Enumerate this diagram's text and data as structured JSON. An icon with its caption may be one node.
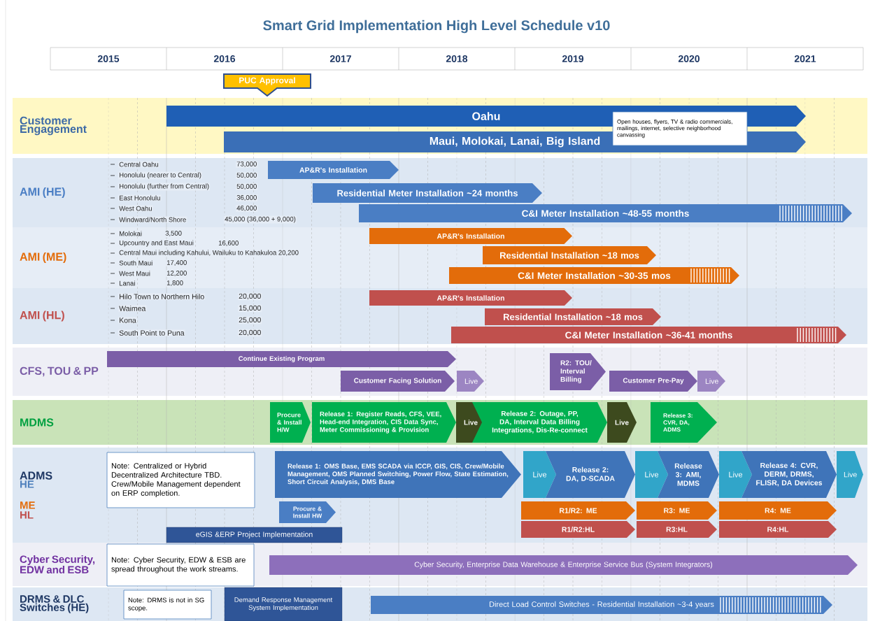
{
  "diagram": {
    "title": "Smart Grid Implementation High Level Schedule v10",
    "nodes": [
      {
        "text": [
          "PUC Approval"
        ]
      },
      {
        "text": [
          "Customer Engagement"
        ]
      },
      {
        "text": [
          "Oahu"
        ],
        "in": 1
      },
      {
        "text": [
          "Maui, Molokai, Lanai, Big Island"
        ],
        "in": 1
      },
      {
        "text": [
          "Open houses, flyers, TV & radio commercials, mailings, internet, selective neighborhood canvassing"
        ],
        "in": 1
      },
      {
        "text": [
          "AMI (HE)"
        ]
      },
      {
        "text": [
          "AP&R's Installation"
        ],
        "in": 5
      },
      {
        "text": [
          "Residential Meter Installation ~24 months"
        ],
        "in": 5
      },
      {
        "text": [
          "C&I Meter Installation ~48-55 months"
        ],
        "in": 5
      },
      {
        "text": [
          "AMI (ME)"
        ]
      },
      {
        "text": [
          "AP&R's Installation"
        ],
        "in": 9
      },
      {
        "text": [
          "Residential Installation ~18 mos"
        ],
        "in": 9
      },
      {
        "text": [
          "C&I Meter Installation ~30-35 mos"
        ],
        "in": 9
      },
      {
        "text": [
          "AMI (HL)"
        ]
      },
      {
        "text": [
          "AP&R's Installation"
        ],
        "in": 13
      },
      {
        "text": [
          "Residential Installation ~18 mos"
        ],
        "in": 13
      },
      {
        "text": [
          "C&I Meter Installation ~36-41 months"
        ],
        "in": 13
      },
      {
        "text": [
          "CFS, TOU & PP"
        ]
      },
      {
        "text": [
          "Continue Existing Program"
        ],
        "in": 17
      },
      {
        "text": [
          "Customer Facing Solution"
        ],
        "in": 17
      },
      {
        "text": [
          "Live"
        ],
        "in": 17
      },
      {
        "text": [
          "R2: TOU/ Interval Billing"
        ],
        "in": 17
      },
      {
        "text": [
          "Customer Pre-Pay"
        ],
        "in": 17
      },
      {
        "text": [
          "Live"
        ],
        "in": 17
      },
      {
        "text": [
          "MDMS"
        ]
      },
      {
        "text": [
          "Procure & Install H/W"
        ],
        "in": 24
      },
      {
        "text": [
          "Release 1: Register Reads, CFS, VEE, Head-end Integration, CIS Data Sync, Meter Commissioning & Provision"
        ],
        "in": 24
      },
      {
        "text": [
          "Live"
        ],
        "in": 24
      },
      {
        "text": [
          "Release 2: Outage, PP, DA, Interval Data Billing Integrations, Dis-Re-connect"
        ],
        "in": 24
      },
      {
        "text": [
          "Live"
        ],
        "in": 24
      },
      {
        "text": [
          "Release 3: CVR, DA, ADMS"
        ],
        "in": 24
      },
      {
        "text": [
          "ADMS",
          "HE",
          "ME",
          "HL"
        ]
      },
      {
        "text": [
          "Note: Centralized or Hybrid Decentralized Architecture TBD. Crew/Mobile Management dependent on ERP completion."
        ],
        "in": 31
      },
      {
        "text": [
          "Release 1: OMS Base, EMS SCADA via ICCP, GIS, CIS, Crew/Mobile Management, OMS Planned Switching, Power Flow, State Estimation, Short Circuit Analysis, DMS Base"
        ],
        "in": 31
      },
      {
        "text": [
          "Live"
        ],
        "in": 31
      },
      {
        "text": [
          "Release 2: DA, D-SCADA"
        ],
        "in": 31
      },
      {
        "text": [
          "Live"
        ],
        "in": 31
      },
      {
        "text": [
          "Release 3: AMI, MDMS"
        ],
        "in": 31
      },
      {
        "text": [
          "Live"
        ],
        "in": 31
      },
      {
        "text": [
          "Release 4: CVR, DERM, DRMS, FLISR, DA Devices"
        ],
        "in": 31
      },
      {
        "text": [
          "Live"
        ],
        "in": 31
      },
      {
        "text": [
          "Procure & Install HW"
        ],
        "in": 31
      },
      {
        "text": [
          "R1/R2: ME"
        ],
        "in": 31
      },
      {
        "text": [
          "R3: ME"
        ],
        "in": 31
      },
      {
        "text": [
          "R4: ME"
        ],
        "in": 31
      },
      {
        "text": [
          "R1/R2:HL"
        ],
        "in": 31
      },
      {
        "text": [
          "R3:HL"
        ],
        "in": 31
      },
      {
        "text": [
          "R4:HL"
        ],
        "in": 31
      },
      {
        "text": [
          "eGIS &ERP Project Implementation"
        ],
        "in": 31
      },
      {
        "text": [
          "Cyber Security, EDW and ESB"
        ]
      },
      {
        "text": [
          "Note: Cyber Security, EDW & ESB are spread throughout the work streams."
        ],
        "in": 49
      },
      {
        "text": [
          "Cyber Security, Enterprise Data Warehouse & Enterprise Service Bus (System Integrators)"
        ],
        "in": 49
      },
      {
        "text": [
          "DRMS & DLC Switches (HE)"
        ]
      },
      {
        "text": [
          "Note: DRMS is not in SG scope."
        ],
        "in": 52
      },
      {
        "text": [
          "Demand Response Management System Implementation"
        ],
        "in": 52
      },
      {
        "text": [
          "Direct Load Control Switches - Residential Installation ~3-4 years"
        ],
        "in": 52
      }
    ],
    "labels": [
      "2015",
      "2016",
      "2017",
      "2018",
      "2019",
      "2020",
      "2021",
      "Central Oahu",
      "73,000",
      "Honolulu (nearer to Central)",
      "50,000",
      "Honolulu (further from Central)",
      "50,000",
      "East Honolulu",
      "36,000",
      "West Oahu",
      "46,000",
      "Windward/North Shore",
      "45,000 (36,000 + 9,000)",
      "Molokai",
      "3,500",
      "Upcountry and East Maui",
      "16,600",
      "Central Maui including Kahului, Wailuku to Kahakuloa 20,200",
      "South Maui",
      "17,400",
      "West Maui",
      "12,200",
      "Lanai",
      "1,800",
      "Hilo Town to Northern Hilo",
      "20,000",
      "Waimea",
      "15,000",
      "Kona",
      "25,000",
      "South Point to Puna",
      "20,000"
    ]
  }
}
